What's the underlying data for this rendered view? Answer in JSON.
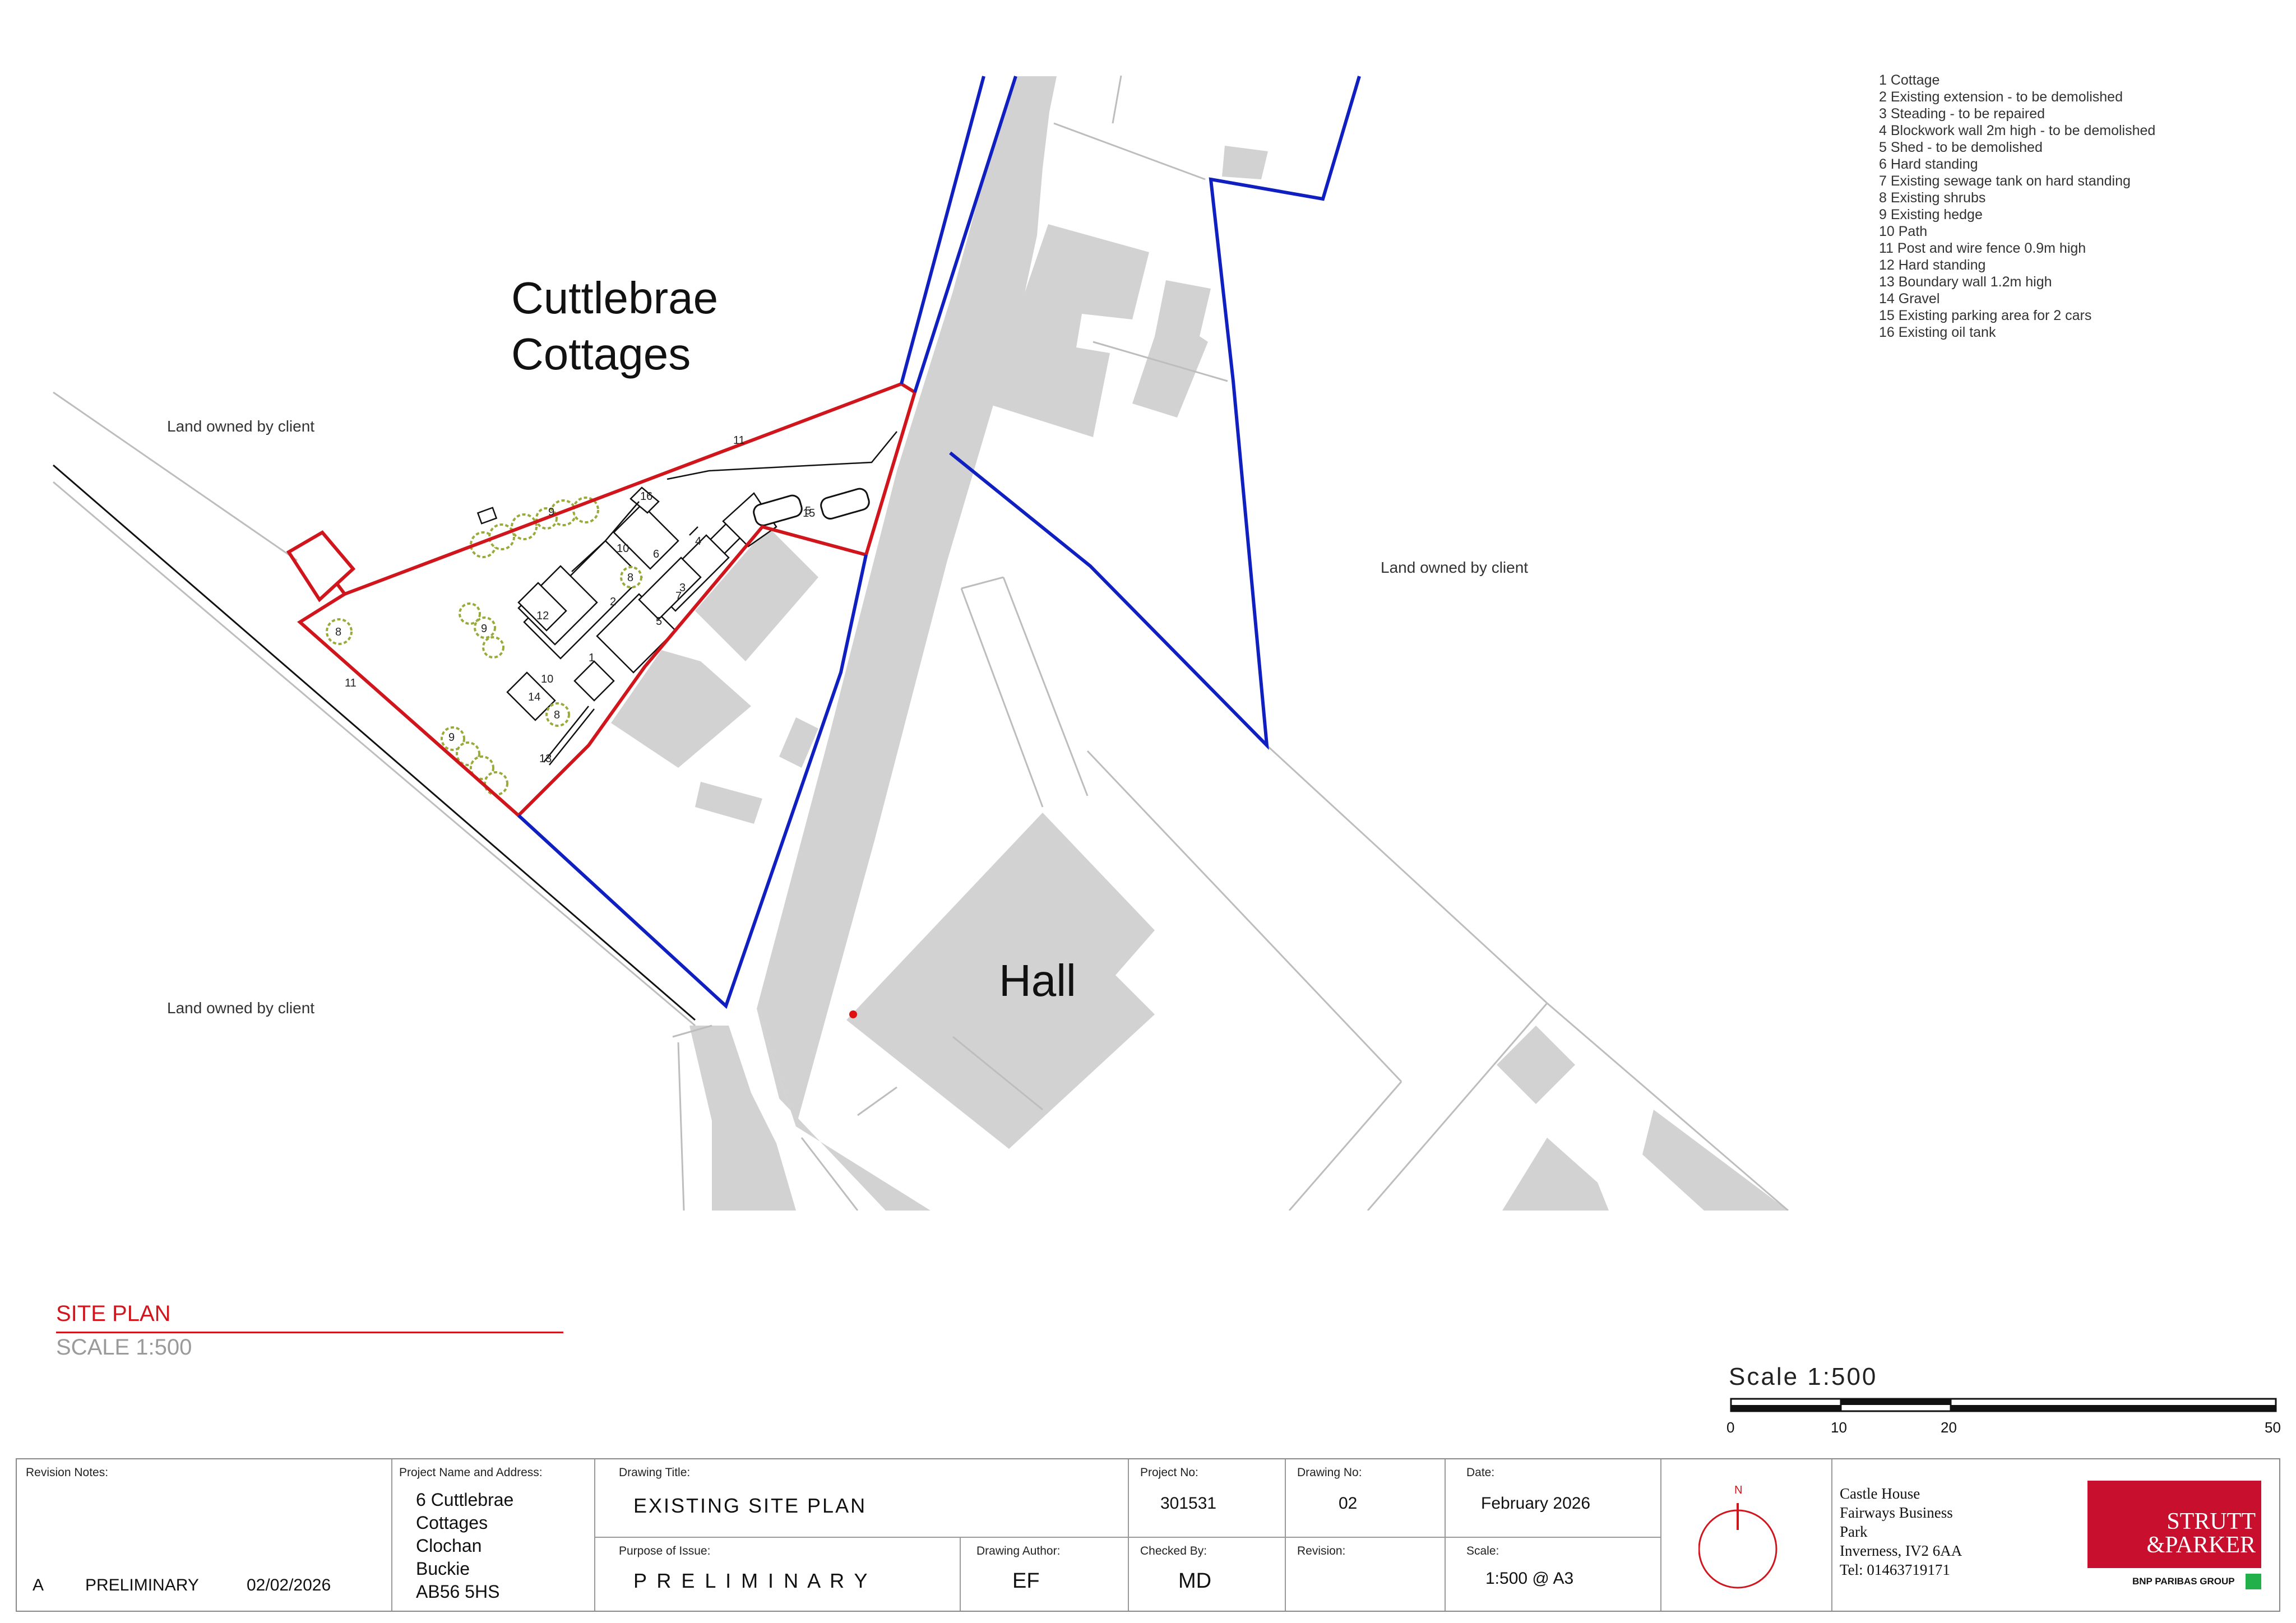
{
  "map": {
    "title_cottages_line1": "Cuttlebrae",
    "title_cottages_line2": "Cottages",
    "title_hall": "Hall",
    "land_label_1": "Land owned by client",
    "land_label_2": "Land owned by client",
    "land_label_3": "Land owned by client",
    "boundary_colors": {
      "site": "#d0161c",
      "ownership": "#1020c0",
      "building": "#d2d2d2"
    },
    "plan_labels": [
      "1",
      "2",
      "3",
      "4",
      "5",
      "5",
      "6",
      "7",
      "8",
      "8",
      "8",
      "9",
      "9",
      "9",
      "10",
      "10",
      "11",
      "11",
      "12",
      "13",
      "14",
      "15",
      "16"
    ]
  },
  "legend": {
    "items": [
      "1 Cottage",
      "2 Existing extension - to be demolished",
      "3 Steading - to be repaired",
      "4 Blockwork wall 2m high - to be demolished",
      "5 Shed - to be demolished",
      "6 Hard standing",
      "7 Existing sewage tank on hard standing",
      "8 Existing shrubs",
      "9 Existing hedge",
      "10 Path",
      "11 Post and wire fence 0.9m high",
      "12 Hard standing",
      "13 Boundary wall 1.2m high",
      "14 Gravel",
      "15 Existing parking area for 2 cars",
      "16 Existing oil tank"
    ]
  },
  "sheet": {
    "site_plan_title": "SITE PLAN",
    "site_plan_scale": "SCALE 1:500"
  },
  "scalebar": {
    "title": "Scale  1:500",
    "ticks": [
      "0",
      "10",
      "20",
      "50"
    ]
  },
  "titleblock": {
    "revision_notes_label": "Revision Notes:",
    "revision_code": "A",
    "revision_status": "PRELIMINARY",
    "revision_date": "02/02/2026",
    "project_label": "Project Name and Address:",
    "address_lines": [
      "6 Cuttlebrae",
      "Cottages",
      "Clochan",
      "Buckie",
      "AB56 5HS"
    ],
    "drawing_title_label": "Drawing Title:",
    "drawing_title": "EXISTING SITE PLAN",
    "purpose_label": "Purpose of Issue:",
    "purpose": "P R E L I M I N A R Y",
    "author_label": "Drawing Author:",
    "author": "EF",
    "project_no_label": "Project No:",
    "project_no": "301531",
    "checked_label": "Checked By:",
    "checked": "MD",
    "drawing_no_label": "Drawing No:",
    "drawing_no": "02",
    "revision_label": "Revision:",
    "date_label": "Date:",
    "date": "February 2026",
    "scale_label": "Scale:",
    "scale": "1:500 @ A3",
    "north_label": "N",
    "office_lines": [
      "Castle House",
      "Fairways Business",
      "Park",
      "Inverness, IV2 6AA",
      "Tel: 01463719171"
    ],
    "logo_text_1": "STRUTT",
    "logo_text_2": "&PARKER",
    "logo_sub": "BNP PARIBAS GROUP",
    "logo_color": "#c8102e"
  }
}
